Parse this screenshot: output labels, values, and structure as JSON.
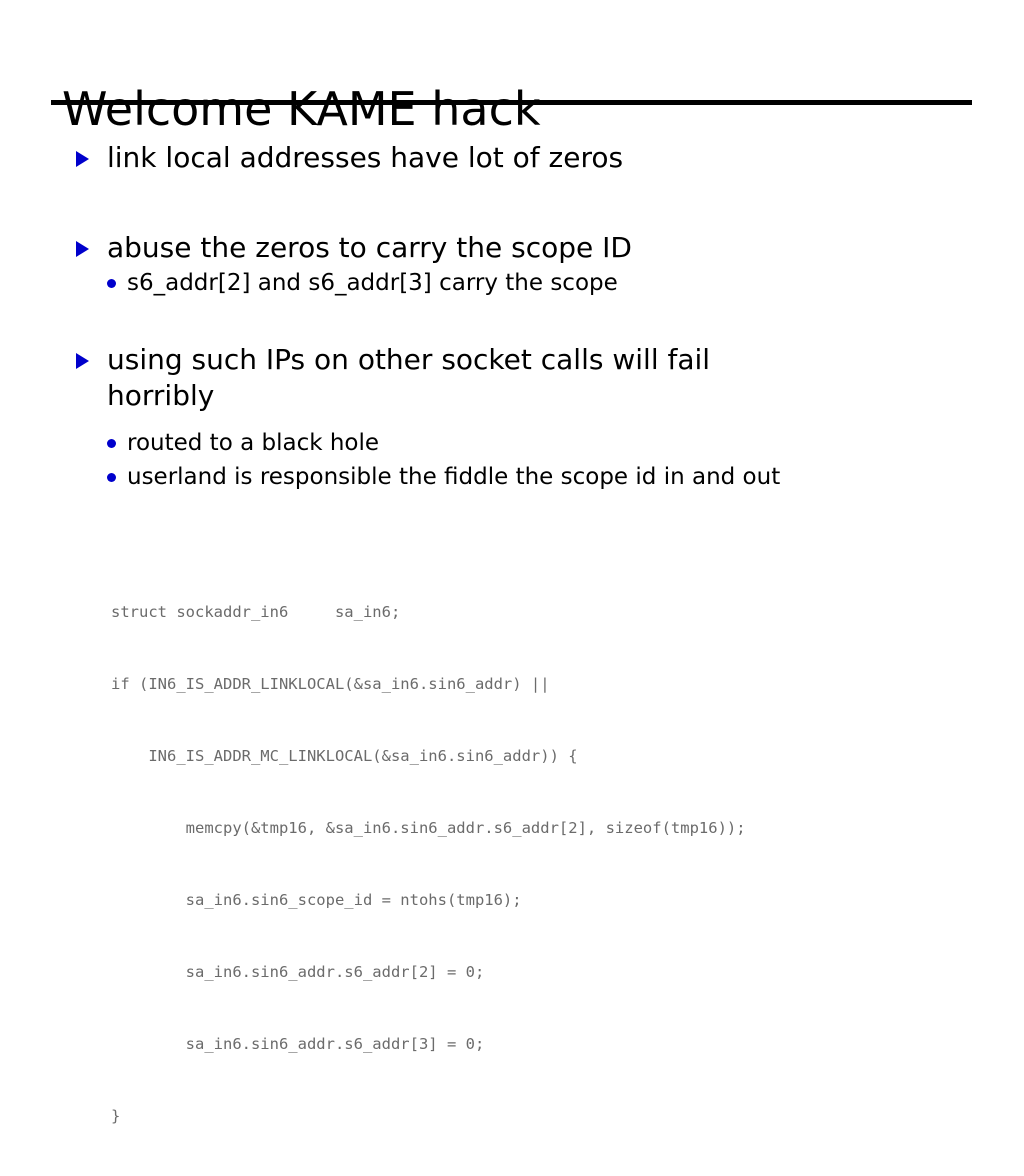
{
  "slide": {
    "title": "Welcome KAME hack",
    "bullets": [
      {
        "level": 1,
        "marker": "triangle-right",
        "text": "link local addresses have lot of zeros"
      },
      {
        "level": 1,
        "marker": "triangle-right",
        "text": "abuse the zeros to carry the scope ID"
      },
      {
        "level": 2,
        "marker": "dot",
        "text": "s6_addr[2] and s6_addr[3] carry the scope"
      },
      {
        "level": 1,
        "marker": "triangle-right",
        "text": "using such IPs on other socket calls will fail horribly"
      },
      {
        "level": 2,
        "marker": "dot",
        "text": "routed to a black hole"
      },
      {
        "level": 2,
        "marker": "dot",
        "text": "userland is responsible the fiddle the scope id in and out"
      }
    ],
    "code": {
      "language": "c",
      "lines": [
        "struct sockaddr_in6     sa_in6;",
        "if (IN6_IS_ADDR_LINKLOCAL(&sa_in6.sin6_addr) ||",
        "    IN6_IS_ADDR_MC_LINKLOCAL(&sa_in6.sin6_addr)) {",
        "        memcpy(&tmp16, &sa_in6.sin6_addr.s6_addr[2], sizeof(tmp16));",
        "        sa_in6.sin6_scope_id = ntohs(tmp16);",
        "        sa_in6.sin6_addr.s6_addr[2] = 0;",
        "        sa_in6.sin6_addr.s6_addr[3] = 0;",
        "}"
      ]
    },
    "colors": {
      "background": "#ffffff",
      "text": "#000000",
      "bullet_marker": "#0000CC",
      "code_text": "#6b6b6b",
      "title_rule": "#000000"
    }
  }
}
